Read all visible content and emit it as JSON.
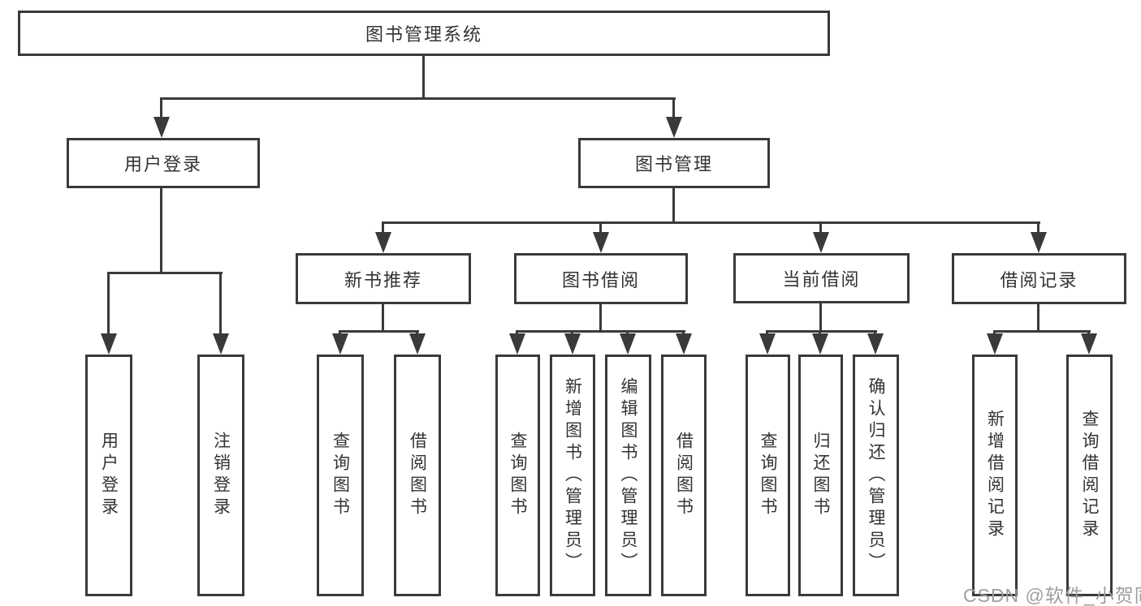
{
  "colors": {
    "line": "#3a3a3a",
    "text": "#333333",
    "box_fill": "#ffffff",
    "background": "#ffffff",
    "watermark": "#9e9e9e"
  },
  "watermark": {
    "text": "CSDN @软件_小贺同学"
  },
  "tree": {
    "root": {
      "label": "图书管理系统",
      "children": [
        {
          "label": "用户登录",
          "children": [
            {
              "label": "用户登录"
            },
            {
              "label": "注销登录"
            }
          ]
        },
        {
          "label": "图书管理",
          "children": [
            {
              "label": "新书推荐",
              "children": [
                {
                  "label": "查询图书"
                },
                {
                  "label": "借阅图书"
                }
              ]
            },
            {
              "label": "图书借阅",
              "children": [
                {
                  "label": "查询图书"
                },
                {
                  "label": "新增图书（管理员）"
                },
                {
                  "label": "编辑图书（管理员）"
                },
                {
                  "label": "借阅图书"
                }
              ]
            },
            {
              "label": "当前借阅",
              "children": [
                {
                  "label": "查询图书"
                },
                {
                  "label": "归还图书"
                },
                {
                  "label": "确认归还（管理员）"
                }
              ]
            },
            {
              "label": "借阅记录",
              "children": [
                {
                  "label": "新增借阅记录"
                },
                {
                  "label": "查询借阅记录"
                }
              ]
            }
          ]
        }
      ]
    }
  }
}
